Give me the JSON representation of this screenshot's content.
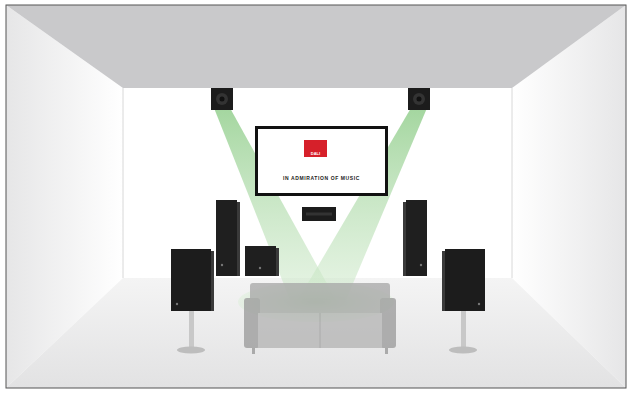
{
  "diagram": {
    "nodes": [
      {
        "text": [
          "IN ADMIRATION OF MUSIC"
        ]
      },
      {
        "text": [
          "DALI"
        ],
        "in": 0
      }
    ]
  }
}
